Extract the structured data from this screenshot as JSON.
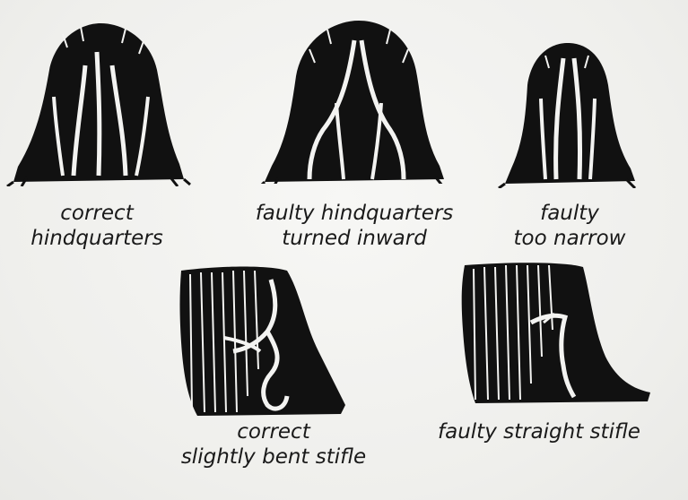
{
  "figures": [
    {
      "id": "correct-hindquarters",
      "caption": [
        "correct",
        "hindquarters"
      ]
    },
    {
      "id": "faulty-turned-inward",
      "caption": [
        "faulty hindquarters",
        "turned inward"
      ]
    },
    {
      "id": "faulty-too-narrow",
      "caption": [
        "faulty",
        "too narrow"
      ]
    },
    {
      "id": "correct-bent-stifle",
      "caption": [
        "correct",
        "slightly bent stifle"
      ]
    },
    {
      "id": "faulty-straight-stifle",
      "caption": [
        "faulty straight stifle"
      ]
    }
  ]
}
